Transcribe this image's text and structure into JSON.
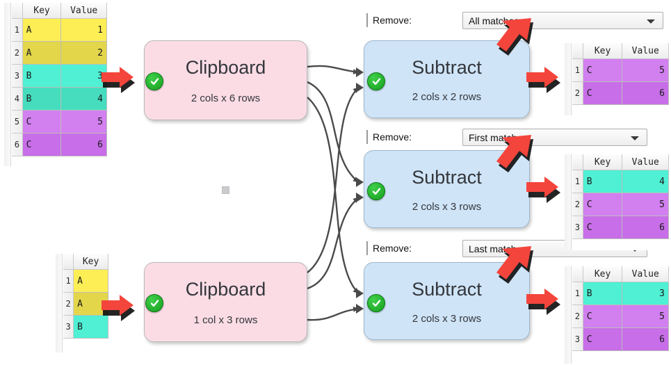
{
  "app": {
    "kind": "data-flow-pipeline-diagram",
    "background": "#ffffff",
    "accent_annotation_color": "#f4453c",
    "node_colors": {
      "source": "#fbdce5",
      "operation": "#cfe4f7",
      "status_ok": "#17a01f"
    }
  },
  "tables": {
    "source_top": {
      "name": "source-table-top",
      "columns": [
        "Key",
        "Value"
      ],
      "rows": [
        {
          "n": "1",
          "key": "A",
          "value": "1",
          "color": "#fdee56"
        },
        {
          "n": "2",
          "key": "A",
          "value": "2",
          "color": "#e3d64a"
        },
        {
          "n": "3",
          "key": "B",
          "value": "3",
          "color": "#4ff0d4"
        },
        {
          "n": "4",
          "key": "B",
          "value": "4",
          "color": "#45ddbe"
        },
        {
          "n": "5",
          "key": "C",
          "value": "5",
          "color": "#d27ff0"
        },
        {
          "n": "6",
          "key": "C",
          "value": "6",
          "color": "#c86ee8"
        }
      ]
    },
    "source_bottom": {
      "name": "source-table-bottom",
      "columns": [
        "Key"
      ],
      "rows": [
        {
          "n": "1",
          "key": "A",
          "color": "#fdee56"
        },
        {
          "n": "2",
          "key": "A",
          "color": "#e3d64a"
        },
        {
          "n": "3",
          "key": "B",
          "color": "#4ff0d4"
        }
      ]
    },
    "result_all": {
      "name": "result-table-all-matches",
      "columns": [
        "Key",
        "Value"
      ],
      "rows": [
        {
          "n": "1",
          "key": "C",
          "value": "5",
          "color": "#d27ff0"
        },
        {
          "n": "2",
          "key": "C",
          "value": "6",
          "color": "#c86ee8"
        }
      ]
    },
    "result_first": {
      "name": "result-table-first-match",
      "columns": [
        "Key",
        "Value"
      ],
      "rows": [
        {
          "n": "1",
          "key": "B",
          "value": "4",
          "color": "#4ff0d4"
        },
        {
          "n": "2",
          "key": "C",
          "value": "5",
          "color": "#d27ff0"
        },
        {
          "n": "3",
          "key": "C",
          "value": "6",
          "color": "#c86ee8"
        }
      ]
    },
    "result_last": {
      "name": "result-table-last-match",
      "columns": [
        "Key",
        "Value"
      ],
      "rows": [
        {
          "n": "1",
          "key": "B",
          "value": "3",
          "color": "#4ff0d4"
        },
        {
          "n": "2",
          "key": "C",
          "value": "5",
          "color": "#d27ff0"
        },
        {
          "n": "3",
          "key": "C",
          "value": "6",
          "color": "#c86ee8"
        }
      ]
    }
  },
  "nodes": {
    "clipboard_top": {
      "title": "Clipboard",
      "subtitle": "2 cols x 6 rows",
      "status": "ok"
    },
    "clipboard_bottom": {
      "title": "Clipboard",
      "subtitle": "1 col x 3 rows",
      "status": "ok"
    },
    "subtract_all": {
      "title": "Subtract",
      "subtitle": "2 cols x 2 rows",
      "status": "ok"
    },
    "subtract_first": {
      "title": "Subtract",
      "subtitle": "2 cols x 3 rows",
      "status": "ok"
    },
    "subtract_last": {
      "title": "Subtract",
      "subtitle": "2 cols x 3 rows",
      "status": "ok"
    }
  },
  "controls": {
    "remove_all": {
      "label": "Remove:",
      "value": "All matches"
    },
    "remove_first": {
      "label": "Remove:",
      "value": "First match"
    },
    "remove_last": {
      "label": "Remove:",
      "value": "Last match"
    }
  }
}
